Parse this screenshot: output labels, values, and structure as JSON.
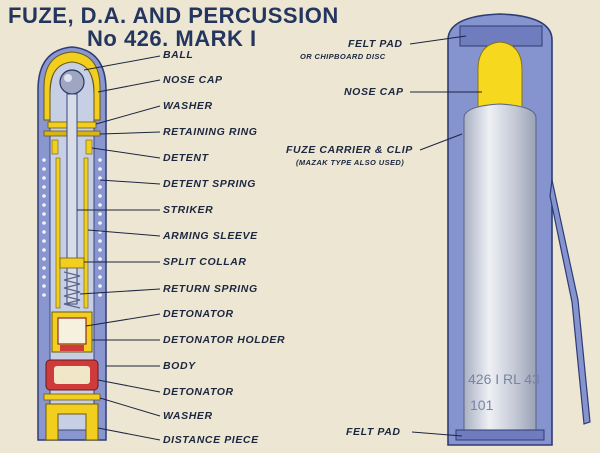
{
  "title": {
    "line1": "FUZE, D.A. AND PERCUSSION",
    "line2": "No 426. MARK I"
  },
  "cross_section_labels": [
    "BALL",
    "NOSE CAP",
    "WASHER",
    "RETAINING RING",
    "DETENT",
    "DETENT SPRING",
    "STRIKER",
    "ARMING SLEEVE",
    "SPLIT COLLAR",
    "RETURN SPRING",
    "DETONATOR",
    "DETONATOR HOLDER",
    "BODY",
    "DETONATOR",
    "WASHER",
    "DISTANCE PIECE"
  ],
  "carrier_labels": {
    "felt_pad_top": "FELT PAD",
    "felt_pad_top_sub": "OR CHIPBOARD DISC",
    "nose_cap": "NOSE CAP",
    "fuze_carrier": "FUZE CARRIER & CLIP",
    "fuze_carrier_sub": "(MAZAK TYPE ALSO USED)",
    "felt_pad_bottom": "FELT PAD"
  },
  "body_marking": {
    "line1": "426 I RL 43",
    "line2": "101"
  },
  "colors": {
    "background": "#ede6d2",
    "carrier_blue": "#8593cf",
    "yellow": "#f5d520",
    "metal_grey": "#c9ced8",
    "detonator_red": "#c8353a",
    "ink": "#1b2640"
  }
}
